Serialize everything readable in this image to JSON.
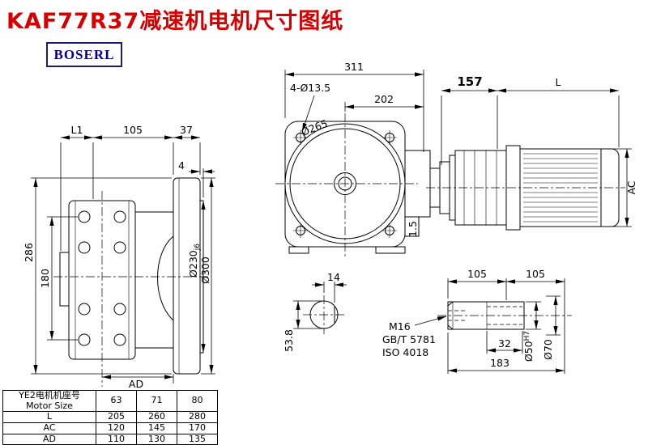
{
  "page": {
    "title": "KAF77R37减速机电机尺寸图纸",
    "logo_text": "BOSERL"
  },
  "dims": {
    "left": {
      "l1": "L1",
      "a105": "105",
      "a37": "37",
      "a4": "4",
      "a286": "286",
      "a180": "180",
      "ad": "AD",
      "d230": "Ø230",
      "d230_tol": "j6",
      "d300": "Ø300"
    },
    "front": {
      "a311": "311",
      "a202": "202",
      "bolt_holes": "4-Ø13.5",
      "d265": "Ø265",
      "a15": "1.5"
    },
    "motor": {
      "a157": "157",
      "l": "L",
      "ac": "AC"
    },
    "shaft_end": {
      "a14": "14",
      "a538": "53.8"
    },
    "shaft": {
      "a105a": "105",
      "a105b": "105",
      "a32": "32",
      "a183": "183",
      "m16": "M16",
      "gbt": "GB/T 5781",
      "iso": "ISO 4018",
      "d50": "Ø50",
      "d50_tol": "H7",
      "d70": "Ø70"
    }
  },
  "table": {
    "header": {
      "title_cn": "YE2电机机座号",
      "title_en": "Motor Size",
      "sizes": [
        "63",
        "71",
        "80"
      ]
    },
    "rows": [
      {
        "label": "L",
        "values": [
          "205",
          "260",
          "280"
        ]
      },
      {
        "label": "AC",
        "values": [
          "120",
          "145",
          "170"
        ]
      },
      {
        "label": "AD",
        "values": [
          "110",
          "130",
          "135"
        ]
      }
    ]
  }
}
